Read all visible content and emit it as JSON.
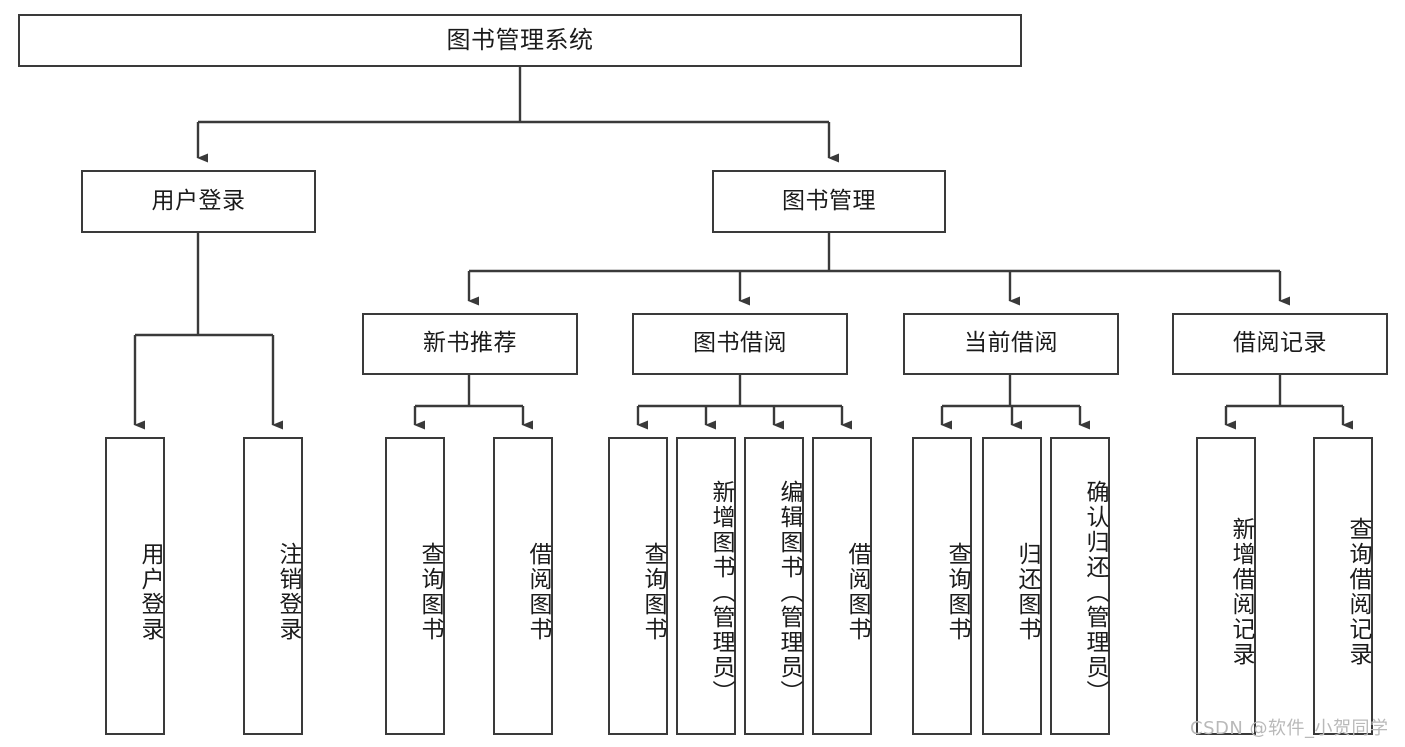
{
  "diagram": {
    "title": "图书管理系统",
    "type": "tree-hierarchy",
    "root": {
      "label": "图书管理系统"
    },
    "level2": [
      {
        "label": "用户登录"
      },
      {
        "label": "图书管理"
      }
    ],
    "level3": [
      {
        "label": "新书推荐"
      },
      {
        "label": "图书借阅"
      },
      {
        "label": "当前借阅"
      },
      {
        "label": "借阅记录"
      }
    ],
    "leaves": {
      "user_login": [
        {
          "label": "用户登录"
        },
        {
          "label": "注销登录"
        }
      ],
      "new_book_recommend": [
        {
          "label": "查询图书"
        },
        {
          "label": "借阅图书"
        }
      ],
      "book_borrow": [
        {
          "label": "查询图书"
        },
        {
          "label": "新增图书（管理员）"
        },
        {
          "label": "编辑图书（管理员）"
        },
        {
          "label": "借阅图书"
        }
      ],
      "current_borrow": [
        {
          "label": "查询图书"
        },
        {
          "label": "归还图书"
        },
        {
          "label": "确认归还（管理员）"
        }
      ],
      "borrow_record": [
        {
          "label": "新增借阅记录"
        },
        {
          "label": "查询借阅记录"
        }
      ]
    }
  },
  "watermark": {
    "text": "CSDN @软件_小贺同学"
  },
  "colors": {
    "stroke": "#3a3a3a",
    "background": "#ffffff",
    "text": "#1b1b1b",
    "watermark": "#b9b9b9"
  }
}
